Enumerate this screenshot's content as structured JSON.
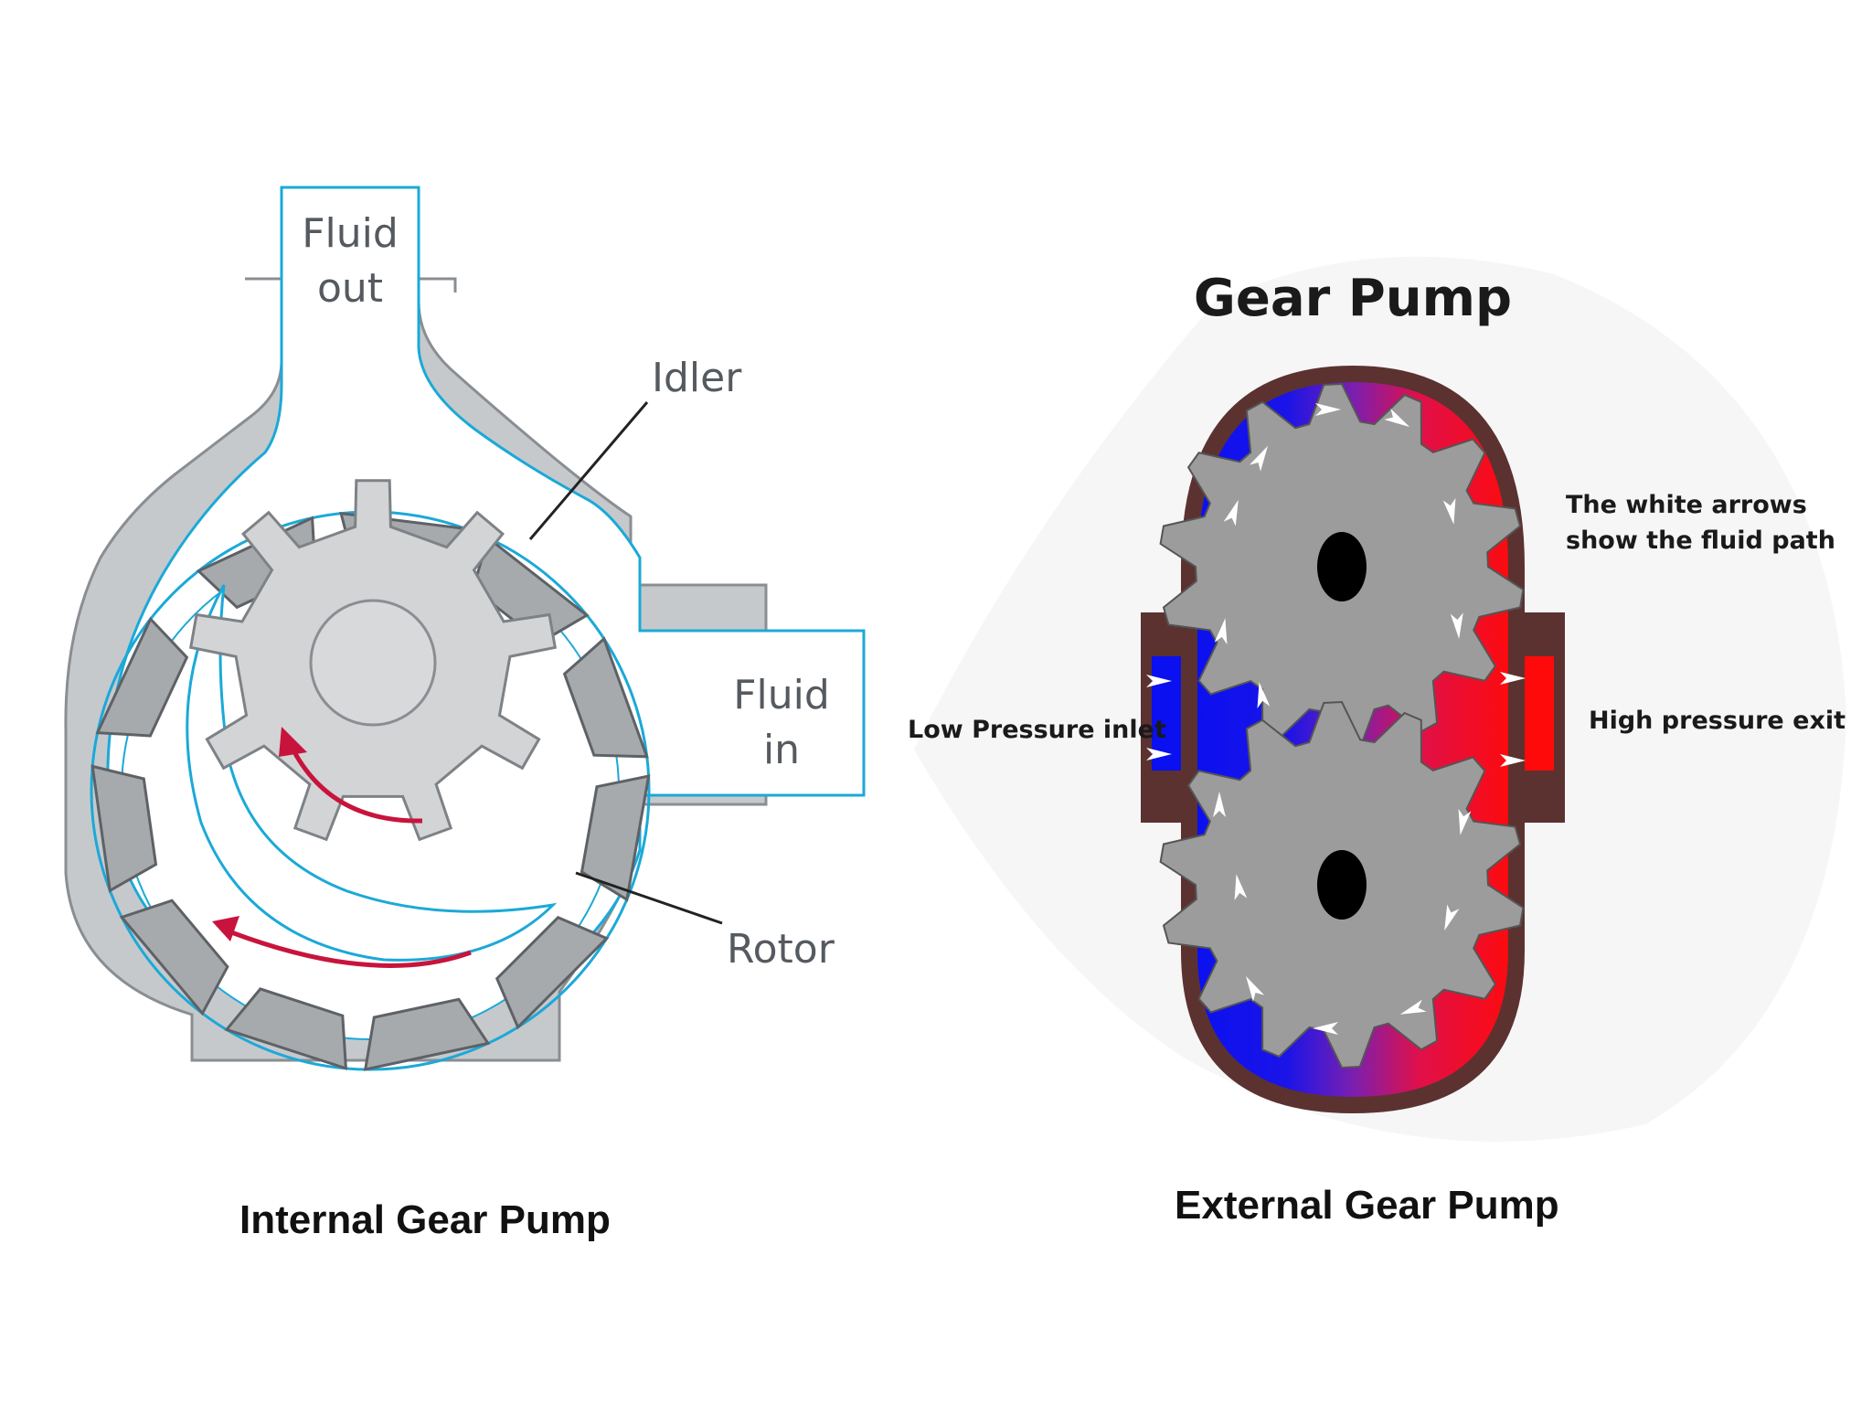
{
  "internal_pump": {
    "caption": "Internal Gear Pump",
    "labels": {
      "fluid_out_line1": "Fluid",
      "fluid_out_line2": "out",
      "fluid_in_line1": "Fluid",
      "fluid_in_line2": "in",
      "idler": "Idler",
      "rotor": "Rotor"
    },
    "colors": {
      "casing": "#c6c9cc",
      "casing_outline": "#8a8e92",
      "fluid_line": "#1ba9d8",
      "gear": "#d2d4d6",
      "tooth_block": "#a7aaad",
      "flow_arrow": "#c8143c"
    }
  },
  "external_pump": {
    "caption": "External Gear Pump",
    "title": "Gear Pump",
    "labels": {
      "inlet": "Low Pressure inlet",
      "outlet": "High pressure exit",
      "note_line1": "The white arrows",
      "note_line2": "show the fluid path"
    },
    "colors": {
      "low_pressure": "#0a10f0",
      "high_pressure": "#ff0a0a",
      "transition": "#7a1fb0",
      "housing": "#5b3230",
      "gear": "#9c9c9c",
      "hub": "#000000",
      "arrow": "#ffffff"
    }
  }
}
